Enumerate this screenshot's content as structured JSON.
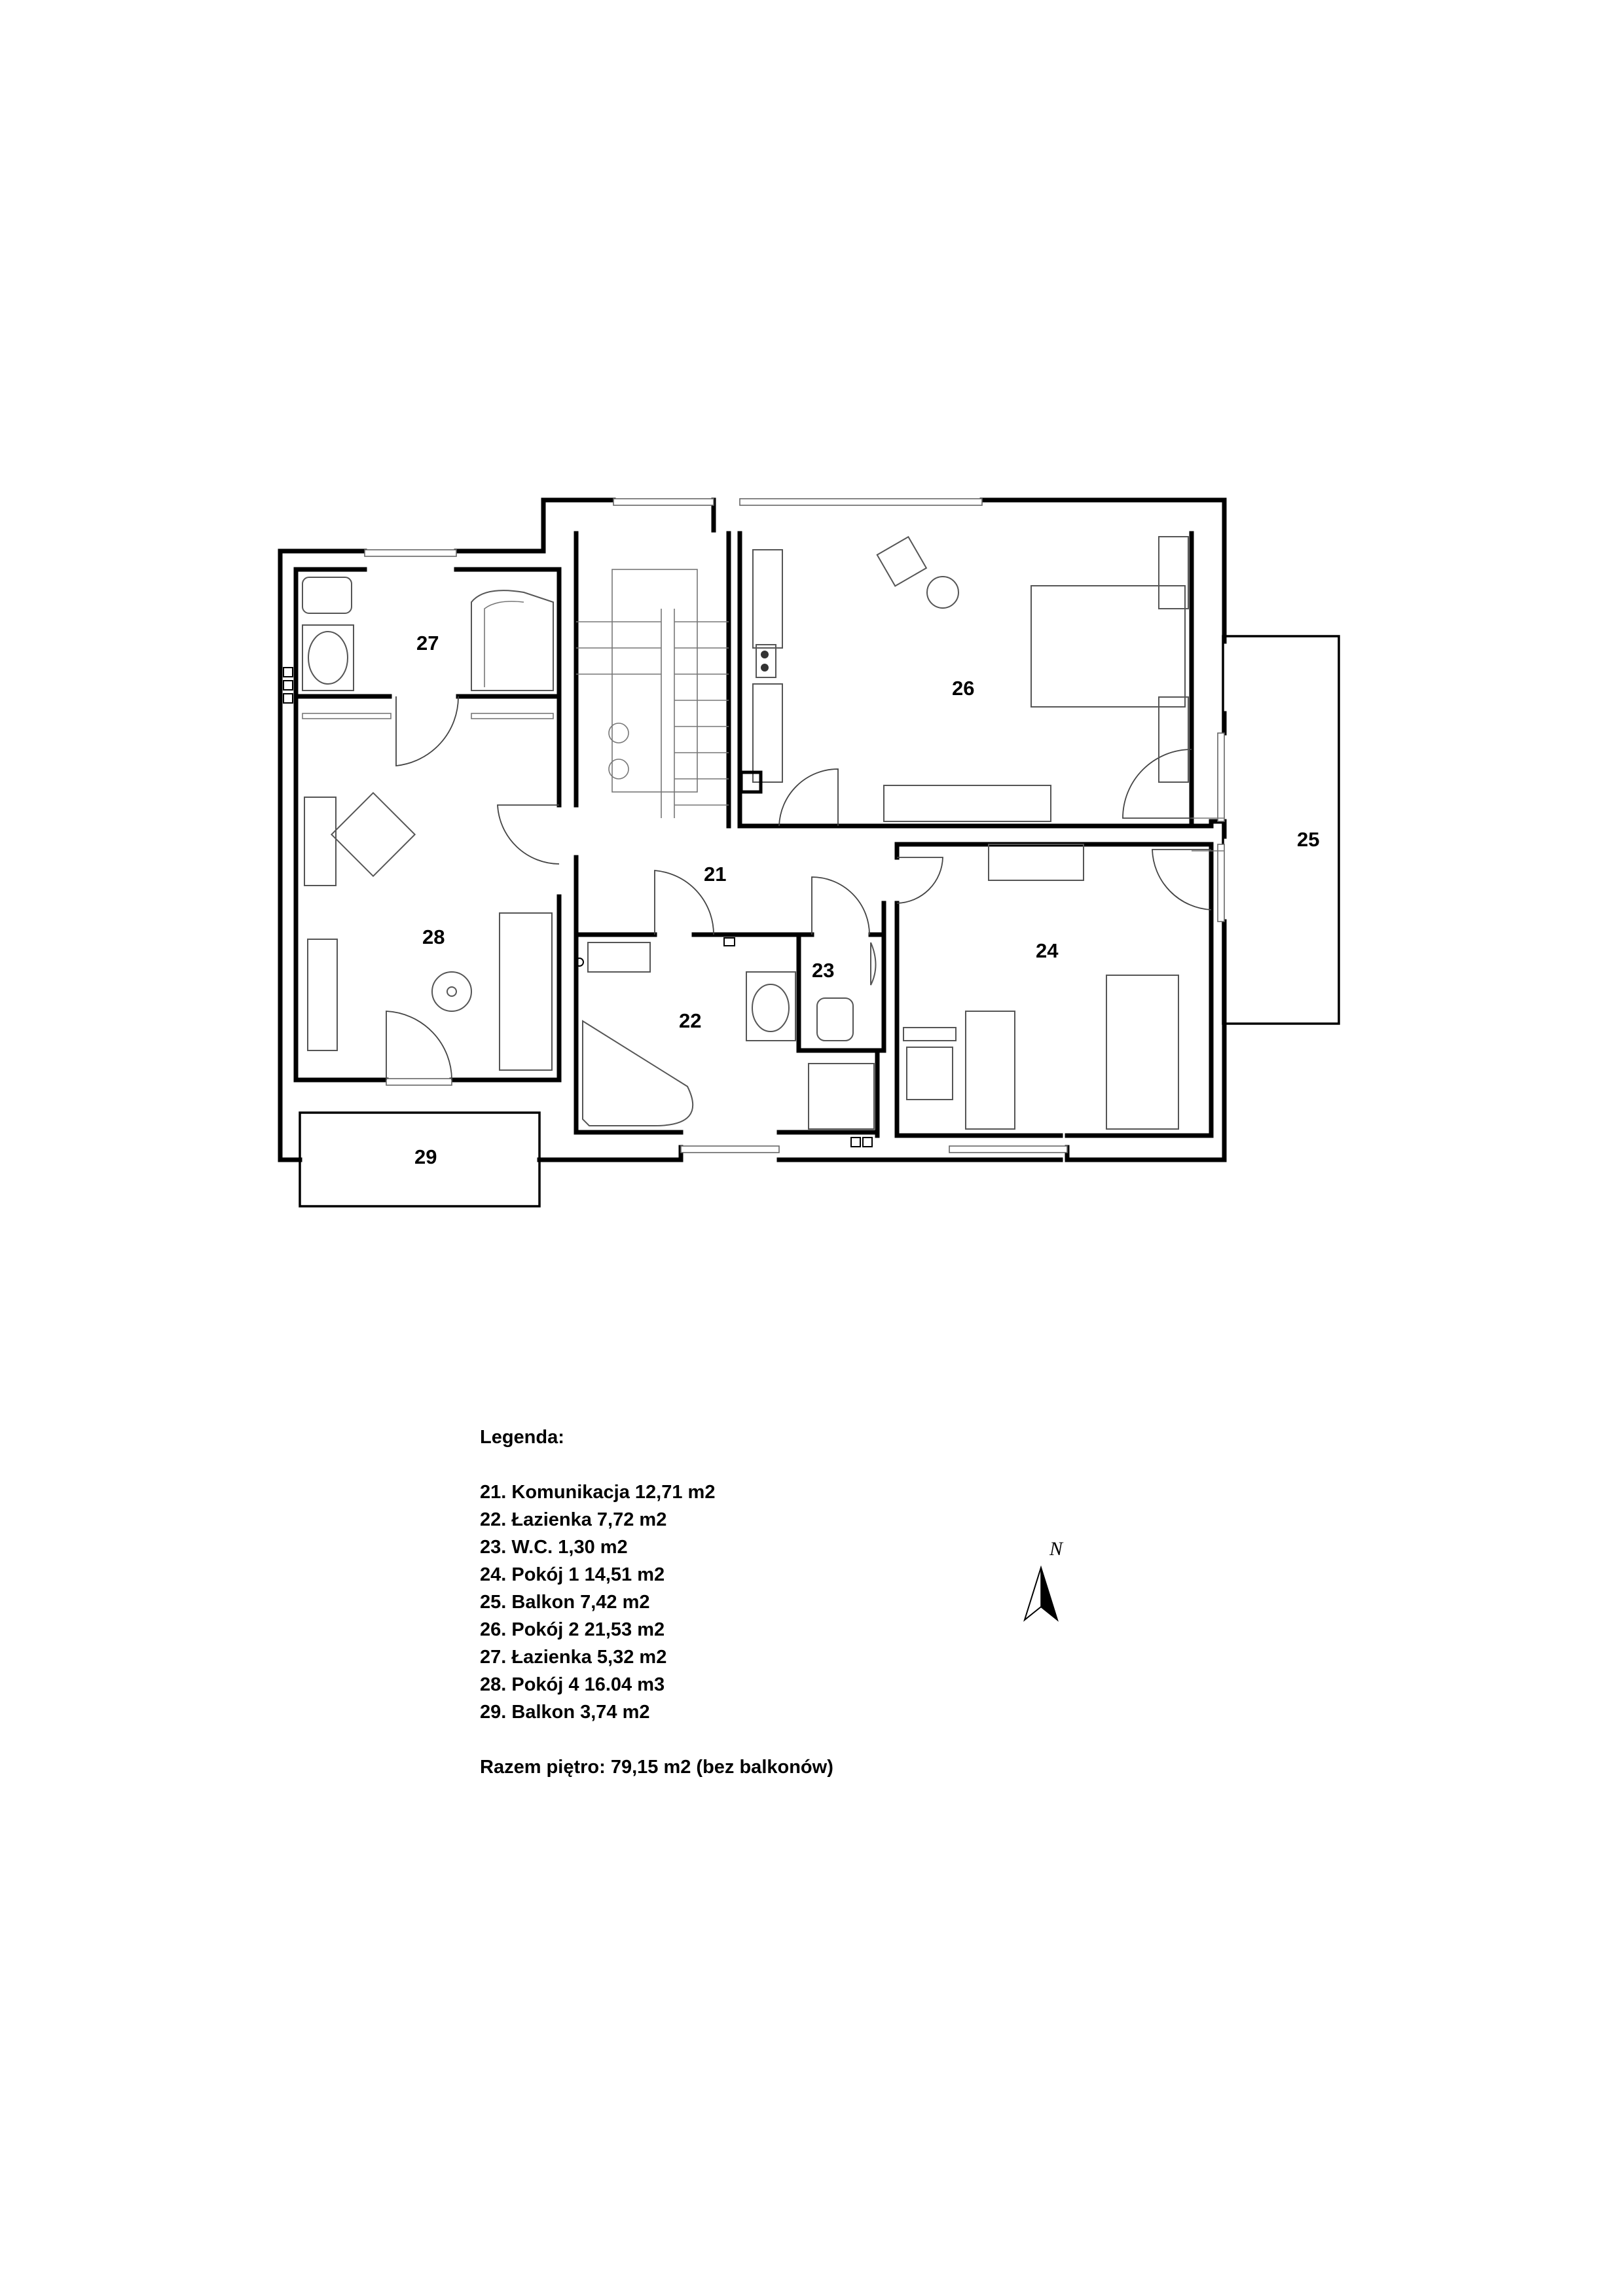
{
  "rooms": {
    "r21": "21",
    "r22": "22",
    "r23": "23",
    "r24": "24",
    "r25": "25",
    "r26": "26",
    "r27": "27",
    "r28": "28",
    "r29": "29"
  },
  "legend": {
    "title": "Legenda:",
    "items": [
      "21. Komunikacja 12,71 m2",
      "22. Łazienka 7,72 m2",
      "23. W.C. 1,30 m2",
      "24. Pokój 1 14,51 m2",
      "25. Balkon 7,42 m2",
      "26. Pokój 2 21,53 m2",
      "27. Łazienka 5,32 m2",
      "28. Pokój 4 16.04 m3",
      "29. Balkon 3,74 m2"
    ],
    "total": "Razem piętro: 79,15 m2 (bez balkonów)"
  },
  "compass": {
    "letter": "N",
    "icon": "north-arrow-icon"
  }
}
